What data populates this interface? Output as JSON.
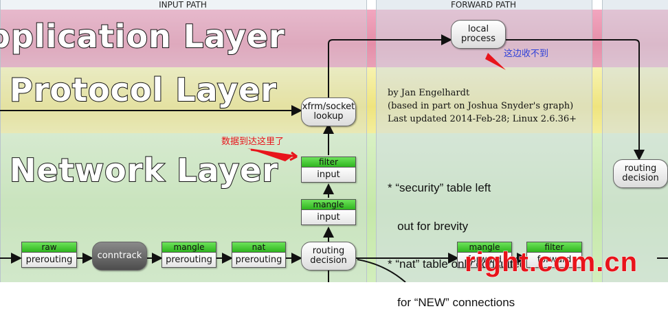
{
  "columns": {
    "input_path": "INPUT PATH",
    "forward_path": "FORWARD PATH"
  },
  "layers": {
    "application": "pplication Layer",
    "protocol": "Protocol Layer",
    "network": "Network Layer"
  },
  "nodes": {
    "local_process": [
      "local",
      "process"
    ],
    "xfrm_socket_lookup": [
      "xfrm/socket",
      "lookup"
    ],
    "routing_decision_right": [
      "routing",
      "decision"
    ],
    "routing_decision_bottom": [
      "routing",
      "decision"
    ],
    "conntrack": "conntrack"
  },
  "chains": {
    "filter_input": {
      "table": "filter",
      "hook": "input"
    },
    "mangle_input": {
      "table": "mangle",
      "hook": "input"
    },
    "raw_prerouting": {
      "table": "raw",
      "hook": "prerouting"
    },
    "mangle_prerouting": {
      "table": "mangle",
      "hook": "prerouting"
    },
    "nat_prerouting": {
      "table": "nat",
      "hook": "prerouting"
    },
    "mangle_forward": {
      "table": "mangle",
      "hook": "forward"
    },
    "filter_forward": {
      "table": "filter",
      "hook": "forward"
    }
  },
  "credits": {
    "line1": "by Jan Engelhardt",
    "line2": "(based in part on Joshua Snyder's graph)",
    "line3": "Last updated 2014-Feb-28; Linux 2.6.36+"
  },
  "notes": {
    "line1": "* “security” table left",
    "line2": "   out for brevity",
    "line3": "* “nat” table only consulted",
    "line4": "   for “NEW” connections"
  },
  "annotations": {
    "data_arrives": "数据到达这里了",
    "not_received": "这边收不到"
  },
  "watermark": "right.com.cn",
  "colors": {
    "application": "#e58ea8",
    "protocol": "#efe47e",
    "network": "#c5e8a8",
    "chain_table": "#2fb51f",
    "annotation": "#e8141b",
    "annotation_blue": "#2d3fd8"
  }
}
